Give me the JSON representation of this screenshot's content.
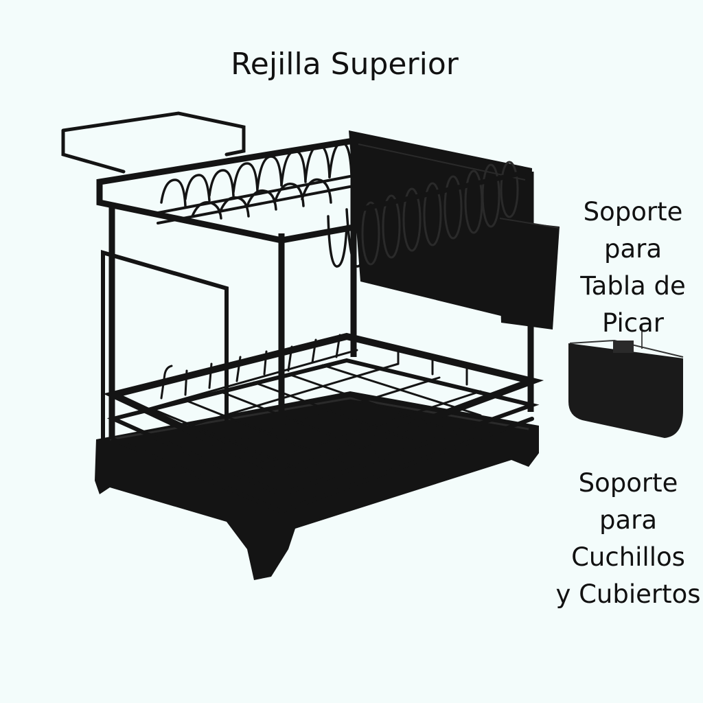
{
  "title": "Rejilla Superior",
  "callouts": {
    "cutting_board_holder": {
      "lines": [
        "Soporte",
        "para",
        "Tabla de",
        "Picar"
      ]
    },
    "utensil_holder": {
      "lines": [
        "Soporte",
        "para",
        "Cuchillos",
        "y Cubiertos"
      ]
    }
  },
  "colors": {
    "background": "#f3fcfb",
    "product": "#141414",
    "product_highlight": "#2a2a2a",
    "text": "#111111"
  },
  "illustration": {
    "subject": "two-tier black dish drying rack",
    "components": [
      "upper rack",
      "cup holder frame",
      "cutting board holder",
      "side utensil cup",
      "lower rack",
      "drip tray",
      "detached utensil holder"
    ]
  }
}
